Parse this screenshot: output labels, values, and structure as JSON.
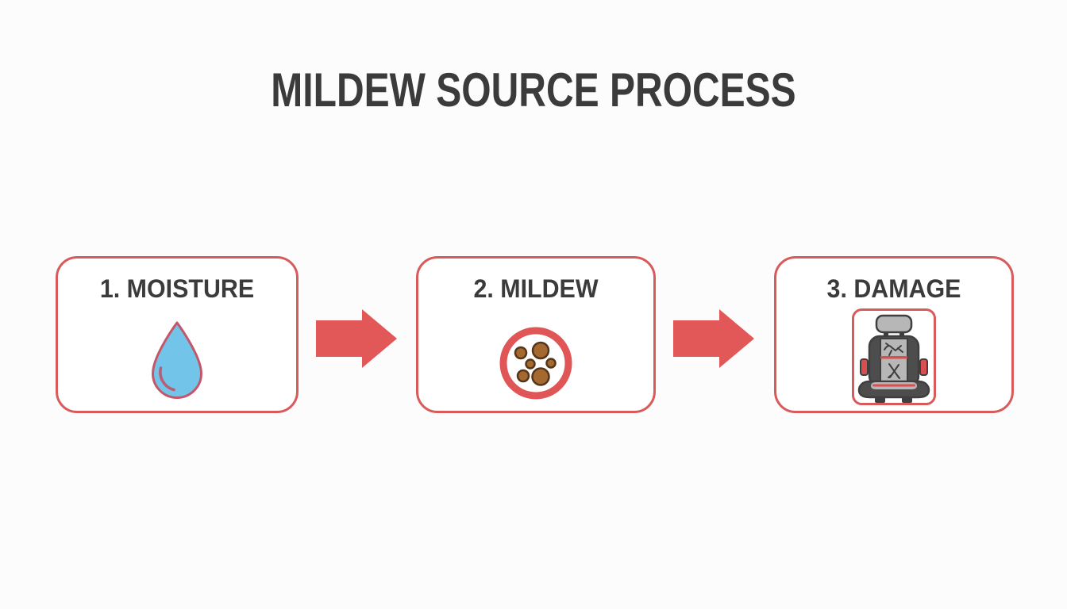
{
  "title": "MILDEW SOURCE PROCESS",
  "steps": [
    {
      "label": "1. MOISTURE",
      "icon": "water-droplet-icon"
    },
    {
      "label": "2. MILDEW",
      "icon": "mildew-spores-icon"
    },
    {
      "label": "3. DAMAGE",
      "icon": "damaged-car-seat-icon"
    }
  ],
  "connector": {
    "icon": "right-arrow-icon"
  },
  "colors": {
    "background": "#FCFCFC",
    "card_background": "#FFFFFF",
    "card_border": "#D85A5A",
    "arrow": "#E25757",
    "title_text": "#3B3B3B",
    "label_text": "#3B3B3B",
    "droplet_fill": "#72C5E9",
    "droplet_outline": "#C4566A",
    "spore_ring": "#E05555",
    "spore_fill": "#A5682F",
    "spore_outline": "#54361C",
    "seat_frame": "#D85A5A",
    "seat_dark_gray": "#4D4D4D",
    "seat_light_gray": "#B7B7B7",
    "seat_outline": "#3F3F3F",
    "seat_red_accent": "#D94F4F"
  }
}
